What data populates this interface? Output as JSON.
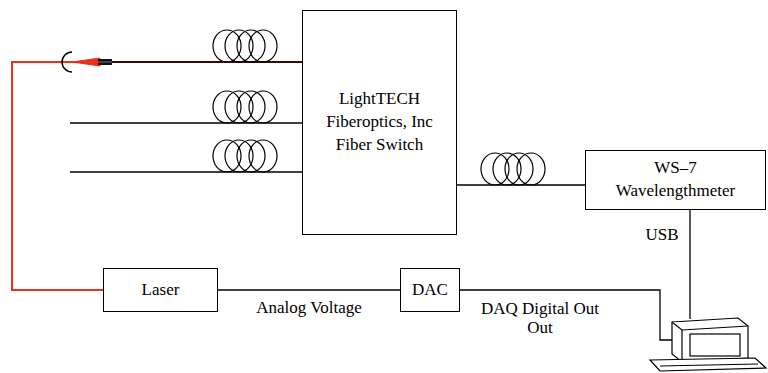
{
  "diagram": {
    "nodes": [
      {
        "text": [
          "LightTECH Fiberoptics, Inc Fiber Switch"
        ]
      },
      {
        "text": [
          "WS–7 Wavelengthmeter"
        ]
      },
      {
        "text": [
          "Laser"
        ]
      },
      {
        "text": [
          "DAC"
        ]
      }
    ],
    "edges": [
      {
        "from": 2,
        "to": 0,
        "arrow": "none"
      },
      {
        "from": 0,
        "to": 1,
        "arrow": "none"
      },
      {
        "from": 3,
        "to": 2,
        "label": "Analog Voltage",
        "arrow": "none"
      }
    ],
    "labels": [
      "USB",
      "DAQ Digital Out Out"
    ]
  }
}
